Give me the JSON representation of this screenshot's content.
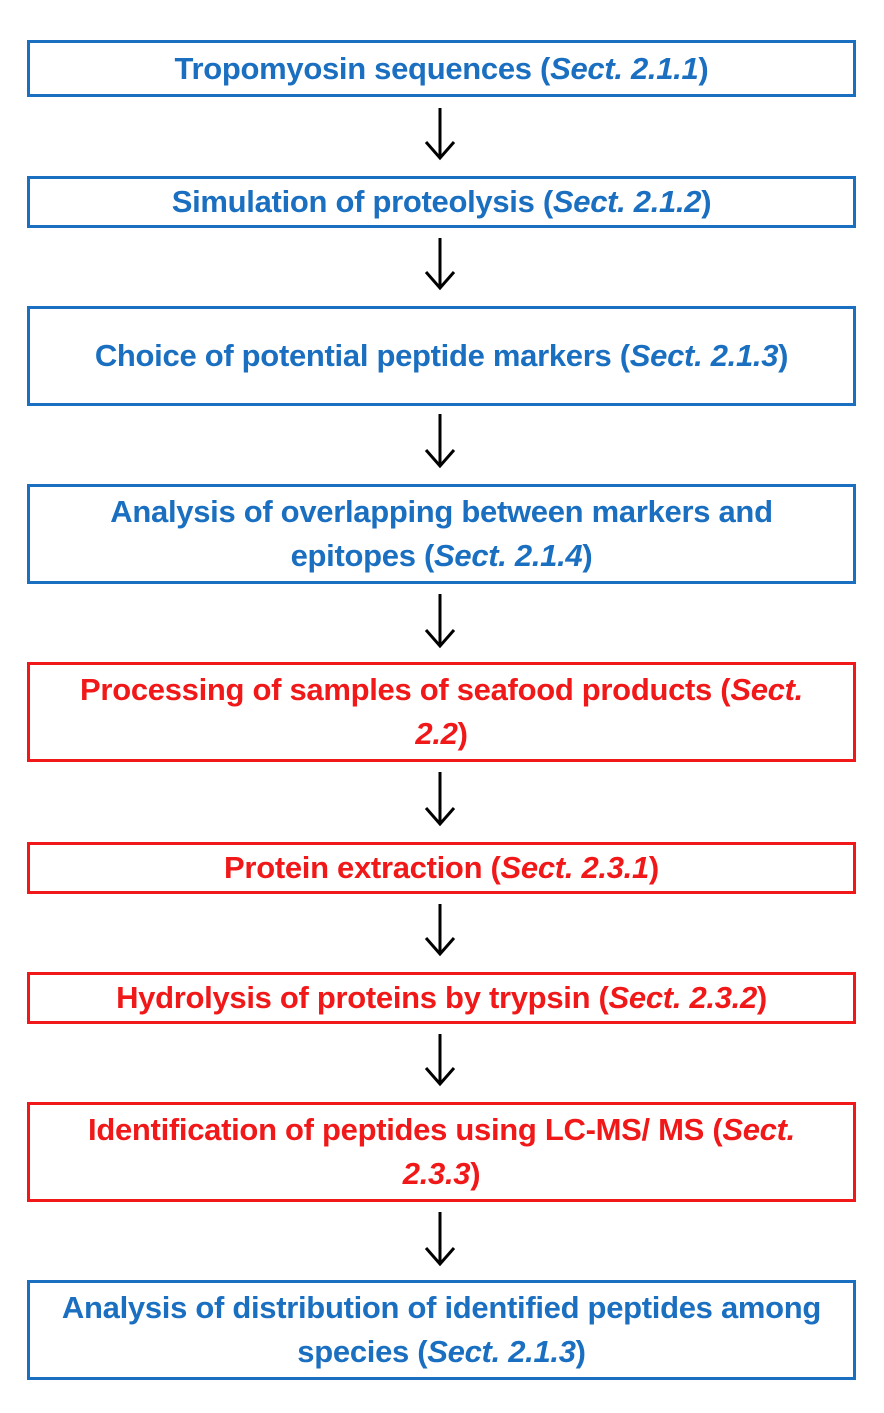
{
  "steps": [
    {
      "text": "Tropomyosin sequences (",
      "ref": "Sect. 2.1.1",
      "close": ")",
      "color": "#1a6fc0"
    },
    {
      "text": "Simulation of proteolysis (",
      "ref": "Sect. 2.1.2",
      "close": ")",
      "color": "#1a6fc0"
    },
    {
      "text": "Choice of potential peptide markers (",
      "ref": "Sect. 2.1.3",
      "close": ")",
      "color": "#1a6fc0"
    },
    {
      "text": "Analysis of overlapping between markers and epitopes (",
      "ref": "Sect. 2.1.4",
      "close": ")",
      "color": "#1a6fc0"
    },
    {
      "text": "Processing of samples of seafood products (",
      "ref": "Sect. 2.2",
      "close": ")",
      "color": "#f01818"
    },
    {
      "text": "Protein extraction (",
      "ref": "Sect. 2.3.1",
      "close": ")",
      "color": "#f01818"
    },
    {
      "text": "Hydrolysis of proteins by trypsin (",
      "ref": "Sect. 2.3.2",
      "close": ")",
      "color": "#f01818"
    },
    {
      "text": "Identification of peptides using LC-MS/ MS (",
      "ref": "Sect. 2.3.3",
      "close": ")",
      "color": "#f01818"
    },
    {
      "text": "Analysis of distribution of identified peptides among species (",
      "ref": "Sect. 2.1.3",
      "close": ")",
      "color": "#1a6fc0"
    }
  ]
}
